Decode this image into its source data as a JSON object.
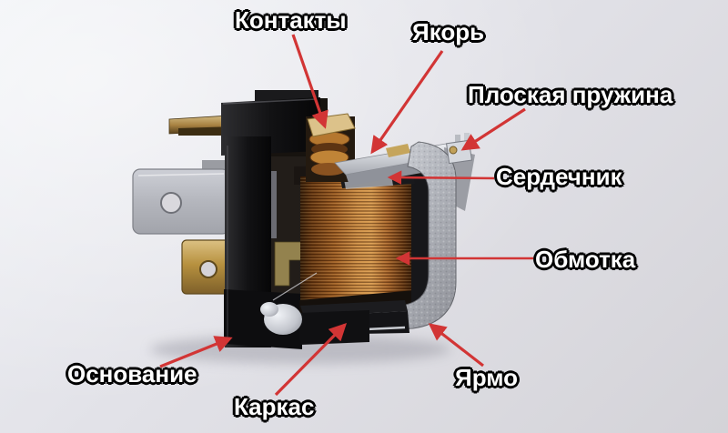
{
  "image": {
    "subject": "electromagnetic-relay-photo"
  },
  "labels": [
    {
      "id": "kontakty",
      "text": "Контакты"
    },
    {
      "id": "yakor",
      "text": "Якорь"
    },
    {
      "id": "pruzhina",
      "text": "Плоская пружина"
    },
    {
      "id": "serdechnik",
      "text": "Сердечник"
    },
    {
      "id": "obmotka",
      "text": "Обмотка"
    },
    {
      "id": "yarmo",
      "text": "Ярмо"
    },
    {
      "id": "karkas",
      "text": "Каркас"
    },
    {
      "id": "osnovanie",
      "text": "Основание"
    }
  ],
  "colors": {
    "arrow": "#d23535",
    "background_top": "#eef0f5",
    "background_bottom": "#d4d3d8",
    "label_text": "#ffffff",
    "label_outline": "#000000"
  }
}
